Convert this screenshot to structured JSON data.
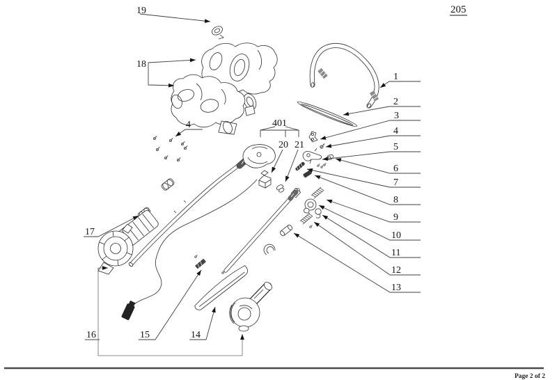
{
  "page": {
    "doc_number": "205",
    "footer_page_label": "Page 2  of  2"
  },
  "diagram": {
    "callouts": [
      {
        "ref": "1"
      },
      {
        "ref": "2"
      },
      {
        "ref": "3"
      },
      {
        "ref": "4"
      },
      {
        "ref": "5"
      },
      {
        "ref": "6"
      },
      {
        "ref": "7"
      },
      {
        "ref": "8"
      },
      {
        "ref": "9"
      },
      {
        "ref": "10"
      },
      {
        "ref": "11"
      },
      {
        "ref": "12"
      },
      {
        "ref": "13"
      },
      {
        "ref": "14"
      },
      {
        "ref": "15"
      },
      {
        "ref": "16"
      },
      {
        "ref": "17"
      },
      {
        "ref": "18"
      },
      {
        "ref": "19"
      },
      {
        "ref": "20"
      },
      {
        "ref": "21"
      },
      {
        "ref": "401"
      },
      {
        "ref": "4"
      }
    ]
  }
}
